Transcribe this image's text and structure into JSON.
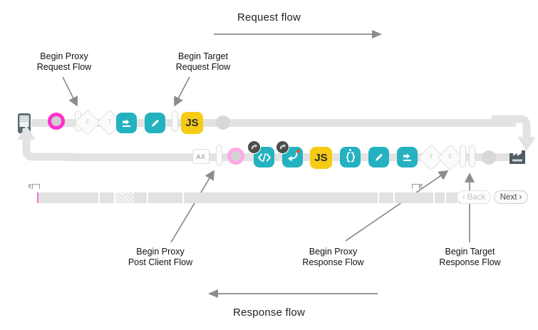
{
  "diagram": {
    "title_request": "Request flow",
    "title_response": "Response flow",
    "annotations": [
      {
        "id": "begin-proxy-request-flow",
        "line1": "Begin Proxy",
        "line2": "Request Flow"
      },
      {
        "id": "begin-target-request-flow",
        "line1": "Begin Target",
        "line2": "Request Flow"
      },
      {
        "id": "begin-proxy-post-client-flow",
        "line1": "Begin Proxy",
        "line2": "Post Client Flow"
      },
      {
        "id": "begin-proxy-response-flow",
        "line1": "Begin Proxy",
        "line2": "Response Flow"
      },
      {
        "id": "begin-target-response-flow",
        "line1": "Begin Target",
        "line2": "Response Flow"
      }
    ],
    "endpoints": {
      "client_icon": "mobile-phone-icon",
      "backend_icon": "factory-icon"
    },
    "request_row": {
      "nodes": [
        {
          "id": "proxy-request-start-dot",
          "type": "dot",
          "style": "magenta"
        },
        {
          "id": "flow-bar-1",
          "type": "flow-bar"
        },
        {
          "id": "condition-f-1",
          "type": "diamond",
          "label": "F"
        },
        {
          "id": "condition-t-1",
          "type": "diamond",
          "label": "T"
        },
        {
          "id": "policy-assign-message-1",
          "type": "policy",
          "color": "teal",
          "icon": "arrow-right-in-box-icon"
        },
        {
          "id": "policy-raise-fault-1",
          "type": "policy",
          "color": "teal",
          "icon": "pencil-icon"
        },
        {
          "id": "flow-bar-2",
          "type": "flow-bar"
        },
        {
          "id": "policy-javascript-1",
          "type": "policy",
          "color": "yellow",
          "label": "JS"
        },
        {
          "id": "target-request-dot",
          "type": "dot",
          "style": "plain"
        }
      ]
    },
    "response_row": {
      "nodes": [
        {
          "id": "analytics-ax",
          "type": "box",
          "label": "AX"
        },
        {
          "id": "flow-bar-3",
          "type": "flow-bar"
        },
        {
          "id": "post-client-flow-dot",
          "type": "dot",
          "style": "pink"
        },
        {
          "id": "policy-extract-variables",
          "type": "policy",
          "color": "teal",
          "icon": "code-tags-icon",
          "badge": "fault-rule-icon"
        },
        {
          "id": "policy-flow-callout",
          "type": "policy",
          "color": "teal",
          "icon": "return-arrow-icon",
          "badge": "fault-rule-icon"
        },
        {
          "id": "policy-javascript-2",
          "type": "policy",
          "color": "yellow",
          "label": "JS"
        },
        {
          "id": "policy-json-threat",
          "type": "policy",
          "color": "teal",
          "icon": "curly-braces-icon"
        },
        {
          "id": "policy-edit-2",
          "type": "policy",
          "color": "teal",
          "icon": "pencil-icon"
        },
        {
          "id": "policy-assign-message-2",
          "type": "policy",
          "color": "teal",
          "icon": "arrow-right-in-box-icon"
        },
        {
          "id": "condition-t-2",
          "type": "diamond",
          "label": "T"
        },
        {
          "id": "condition-f-2",
          "type": "diamond",
          "label": "F"
        },
        {
          "id": "flow-bar-4",
          "type": "flow-bar"
        },
        {
          "id": "flow-bar-5",
          "type": "flow-bar"
        },
        {
          "id": "target-response-dot",
          "type": "dot",
          "style": "plain"
        }
      ]
    },
    "colors": {
      "teal": "#25b2c0",
      "yellow": "#f5cb14",
      "magenta": "#ff2fd0",
      "pink": "#ffa8e8",
      "track": "#e3e3e3",
      "badge": "#4d4d4d",
      "text": "#222222"
    }
  },
  "minimap": {
    "left_marker_label": "E",
    "right_marker_label": "E"
  },
  "pagination": {
    "back_label": "Back",
    "next_label": "Next",
    "back_chevron": "‹",
    "next_chevron": "›",
    "back_disabled": true
  }
}
